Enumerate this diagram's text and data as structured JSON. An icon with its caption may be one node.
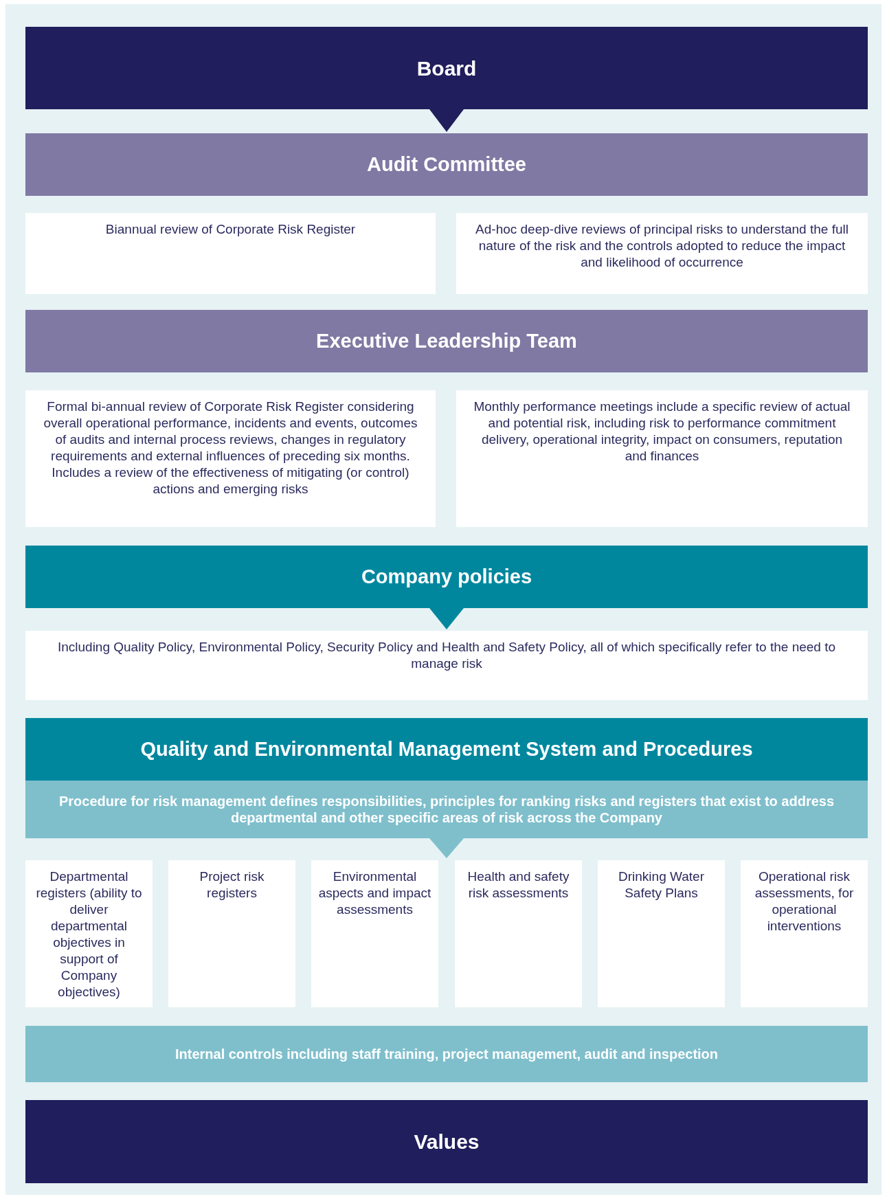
{
  "diagram": {
    "nodes": [
      {
        "text": [
          "Board"
        ]
      },
      {
        "text": [
          "Audit Committee"
        ]
      },
      {
        "text": [
          "Biannual review of Corporate Risk Register"
        ]
      },
      {
        "text": [
          "Ad-hoc deep-dive reviews of principal risks to understand the full nature of the risk and the controls adopted to reduce the impact and likelihood of occurrence"
        ]
      },
      {
        "text": [
          "Executive Leadership Team"
        ]
      },
      {
        "text": [
          "Formal bi-annual review of Corporate Risk Register considering overall operational performance, incidents and events, outcomes of audits and internal process reviews, changes in regulatory requirements and external influences of preceding six months. Includes a review of the effectiveness of mitigating (or control) actions and emerging risks"
        ]
      },
      {
        "text": [
          "Monthly performance meetings include a specific review of actual and potential risk, including risk to performance commitment delivery, operational integrity, impact on consumers, reputation and finances"
        ]
      },
      {
        "text": [
          "Company policies"
        ]
      },
      {
        "text": [
          "Including Quality Policy, Environmental Policy, Security Policy and Health and Safety Policy, all of which specifically refer to the need to manage risk"
        ]
      },
      {
        "text": [
          "Quality and Environmental Management System and Procedures"
        ]
      },
      {
        "text": [
          "Procedure for risk management defines responsibilities, principles for ranking risks and registers that exist to address departmental and other specific areas of risk across the Company"
        ]
      },
      {
        "text": [
          "Departmental registers (ability to deliver departmental objectives in support of Company objectives)"
        ]
      },
      {
        "text": [
          "Project risk registers"
        ]
      },
      {
        "text": [
          "Environmental aspects and impact assessments"
        ]
      },
      {
        "text": [
          "Health and safety risk assessments"
        ]
      },
      {
        "text": [
          "Drinking Water Safety Plans"
        ]
      },
      {
        "text": [
          "Operational risk assessments, for operational interventions"
        ]
      },
      {
        "text": [
          "Internal controls including staff training, project management, audit and inspection"
        ]
      },
      {
        "text": [
          "Values"
        ]
      }
    ],
    "edges": [
      {
        "from": 0,
        "to": 1,
        "arrow": "to",
        "color": "#201e5c"
      },
      {
        "from": 7,
        "to": 8,
        "arrow": "to",
        "color": "#00879e"
      },
      {
        "from": 10,
        "to": null,
        "arrow": "to",
        "color": "#7fbfcc"
      }
    ]
  }
}
